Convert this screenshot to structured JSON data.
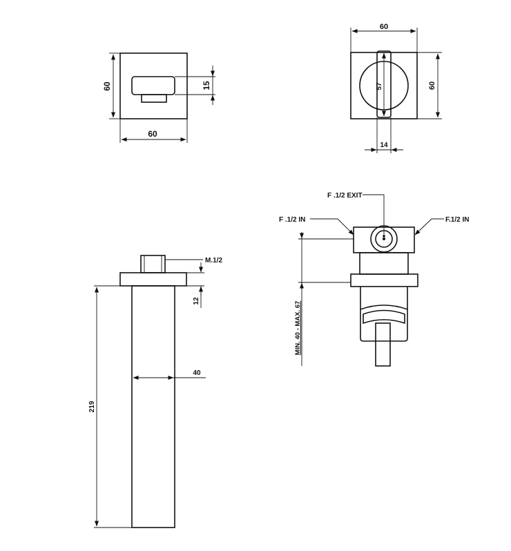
{
  "top_left_view": {
    "height_dim": "60",
    "width_dim": "60",
    "spout_dim": "15"
  },
  "top_right_view": {
    "width_dim": "60",
    "height_dim": "60",
    "handle_length_dim": "57",
    "handle_width_dim": "14"
  },
  "side_view": {
    "thread_label": "M.1/2",
    "plate_dim": "12",
    "body_dim": "40",
    "length_dim": "219"
  },
  "valve_view": {
    "exit_label": "F .1/2 EXIT",
    "in_left_label": "F .1/2 IN",
    "in_right_label": "F.1/2 IN",
    "range_label": "MIN. 40 - MAX. 67"
  }
}
